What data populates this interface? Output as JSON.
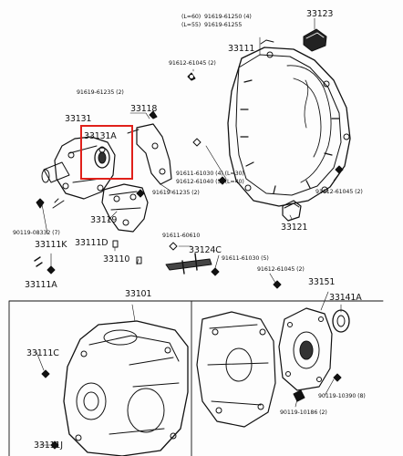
{
  "parts": {
    "p33123": "33123",
    "p33111": "33111",
    "p91619_61250": "91619-61250 (4)",
    "p91619_61255": "91619-61255",
    "note_l60": "(L=60)",
    "note_l55": "(L=55)",
    "p91612_61045_a": "91612-61045 (2)",
    "p91619_61235_a": "91619-61235 (2)",
    "p33118": "33118",
    "p33131": "33131",
    "p33131a": "33131A",
    "p91611_61030": "91611-61030 (4) (L=30)",
    "p91612_61040": "91612-61040 (5) (L=40)",
    "p91619_61235_b": "91619-61235 (2)",
    "p91612_61045_b": "91612-61045 (2)",
    "p33119": "33119",
    "p33121": "33121",
    "p90119_08332": "90119-08332 (7)",
    "p33111k": "33111K",
    "p33111d": "33111D",
    "p91611_60610": "91611-60610",
    "p33124c": "33124C",
    "p33110": "33110",
    "p91611_61030_b": "91611-61030 (5)",
    "p91612_61045_c": "91612-61045 (2)",
    "p33111a": "33111A",
    "p33101": "33101",
    "p33151": "33151",
    "p33141a": "33141A",
    "p33111c": "33111C",
    "p90119_10390": "90119-10390 (8)",
    "p90119_10186": "90119-10186 (2)",
    "p33111j": "33111J"
  },
  "highlight": {
    "color": "#e0201a",
    "target": "33131A"
  }
}
